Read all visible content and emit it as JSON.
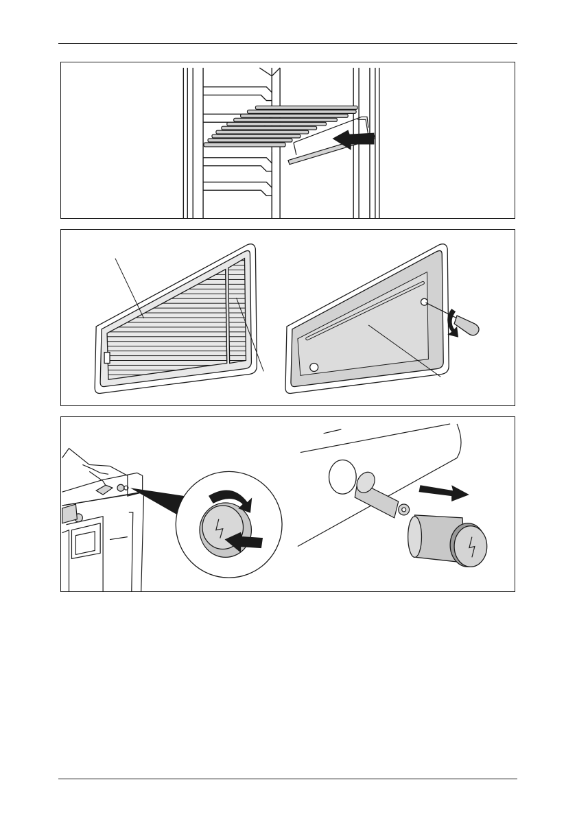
{
  "document": {
    "figures": [
      {
        "id": "fig-shelf",
        "elements": [
          "fridge-interior",
          "wire-shelf",
          "push-arrow-icon"
        ]
      },
      {
        "id": "fig-vent-grilles",
        "elements": [
          "ventilation-grille-louvred",
          "ventilation-grille-winter-cover",
          "screwdriver-icon",
          "rotate-arrow-icon",
          "callout-lines"
        ]
      },
      {
        "id": "fig-igniter",
        "elements": [
          "control-panel",
          "ignition-button",
          "rotate-arrow-icon",
          "push-arrow-icon",
          "battery",
          "ignition-cap",
          "pull-arrow-icon",
          "lightning-icon"
        ]
      }
    ],
    "colors": {
      "line": "#1a1a1a",
      "fill_grey": "#d4d4d4",
      "fill_light": "#e6e6e6",
      "background": "#ffffff"
    }
  }
}
